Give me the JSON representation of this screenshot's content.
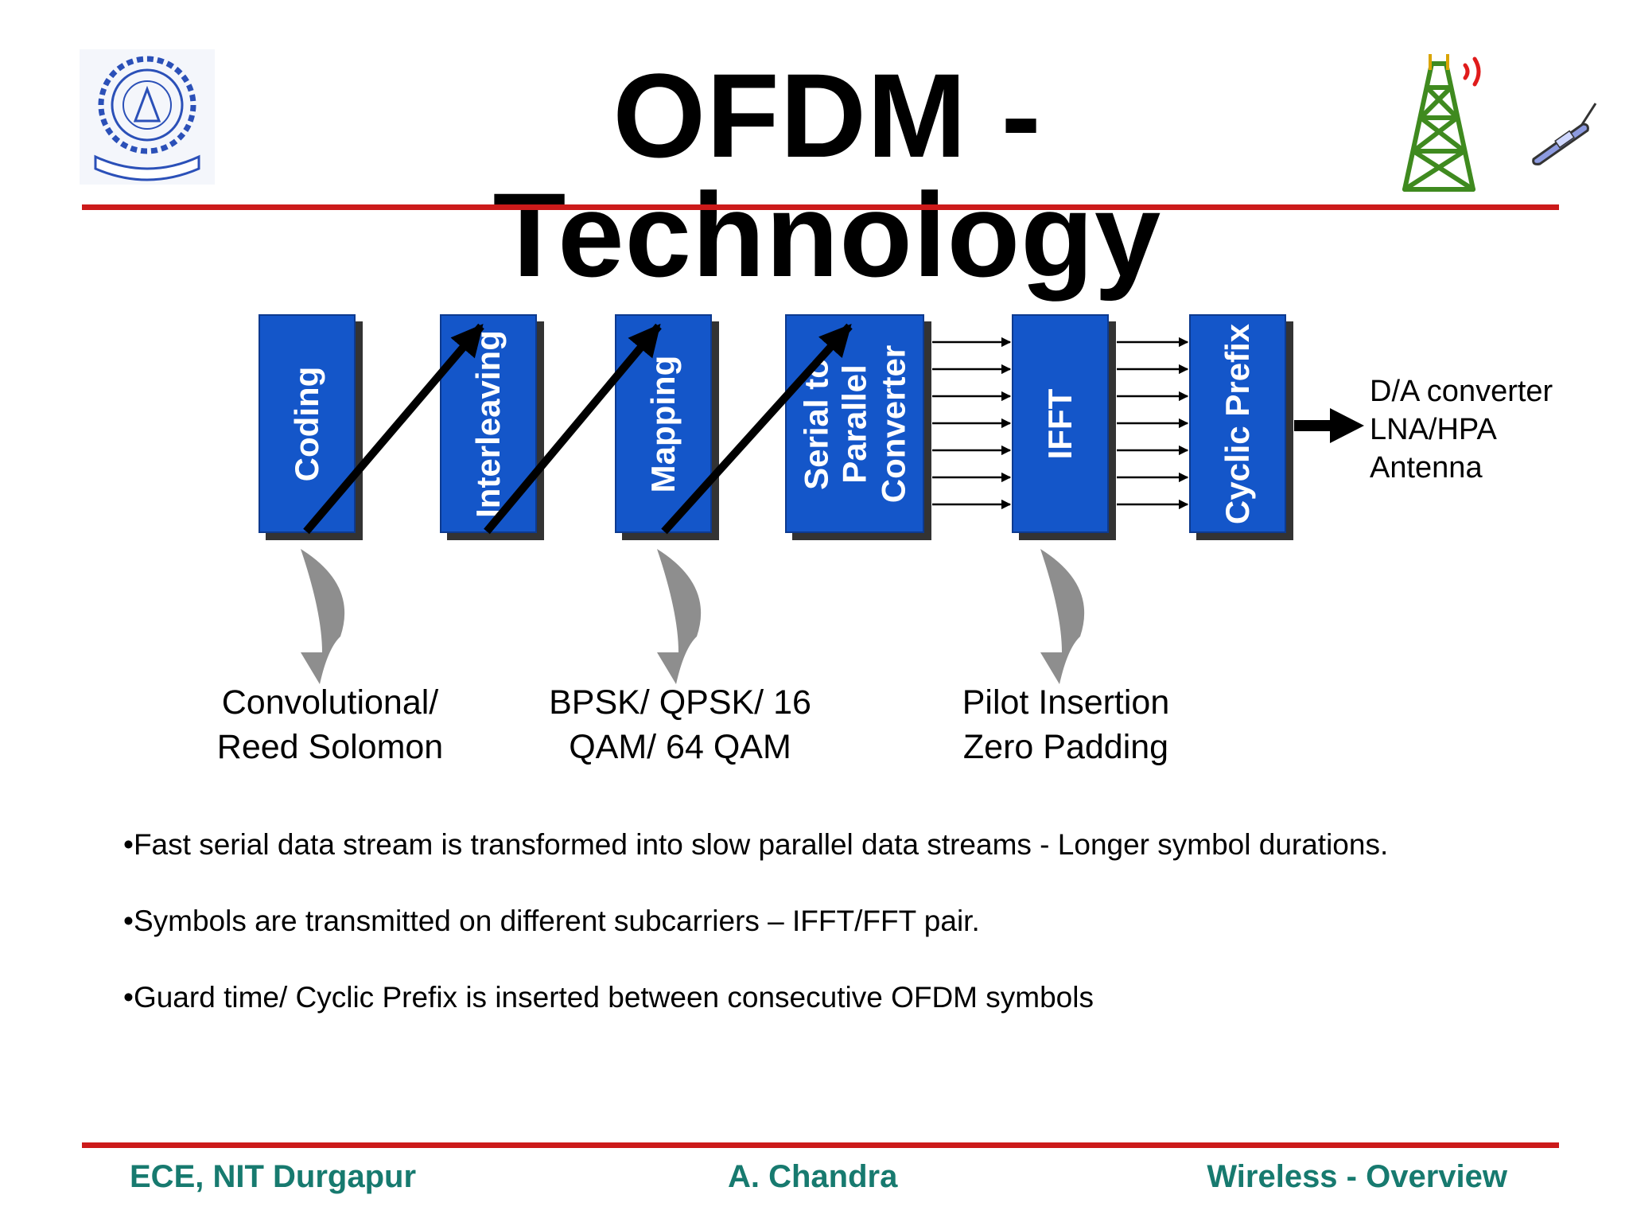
{
  "title": "OFDM - Technology",
  "blocks": [
    {
      "label": "Coding"
    },
    {
      "label": "Interleaving"
    },
    {
      "label": "Mapping"
    },
    {
      "label_lines": [
        "Serial to",
        "Parallel",
        "Converter"
      ]
    },
    {
      "label": "IFFT"
    },
    {
      "label": "Cyclic Prefix"
    }
  ],
  "output_labels": [
    "D/A converter",
    "LNA/HPA",
    "Antenna"
  ],
  "captions": [
    {
      "lines": [
        "Convolutional/",
        "Reed Solomon"
      ]
    },
    {
      "lines": [
        "BPSK/ QPSK/ 16",
        "QAM/ 64 QAM"
      ]
    },
    {
      "lines": [
        "Pilot Insertion",
        "Zero Padding"
      ]
    }
  ],
  "bullets": [
    "•Fast serial data stream is transformed into slow parallel data streams  -  Longer symbol durations.",
    "•Symbols are transmitted on different subcarriers – IFFT/FFT pair.",
    "•Guard time/ Cyclic Prefix is inserted between consecutive OFDM symbols"
  ],
  "footer": {
    "left": "ECE, NIT Durgapur",
    "center": "A. Chandra",
    "right": "Wireless - Overview"
  },
  "colors": {
    "block_fill": "#1456c9",
    "rule": "#cc1a1a",
    "footer_text": "#177a6f"
  }
}
